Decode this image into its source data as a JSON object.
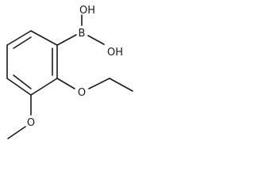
{
  "molecule": {
    "atom_labels": {
      "boron": "B",
      "hydroxyl_top": "OH",
      "hydroxyl_right": "OH",
      "ethoxy_oxygen": "O",
      "methoxy_oxygen": "O"
    }
  },
  "colors": {
    "bond": "#1a1a1a",
    "label": "#1a1a1a",
    "background": "#ffffff"
  }
}
